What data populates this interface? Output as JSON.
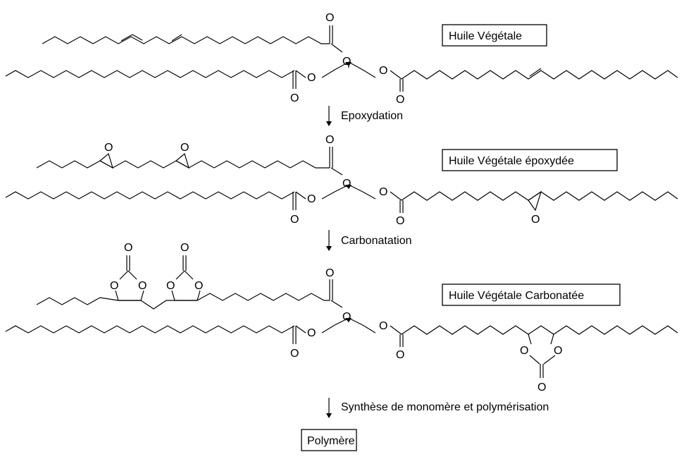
{
  "stages": [
    {
      "label": "Huile Végétale"
    },
    {
      "label": "Huile Végétale époxydée"
    },
    {
      "label": "Huile Végétale Carbonatée"
    },
    {
      "label": "Polymère"
    }
  ],
  "reactions": [
    {
      "label": "Epoxydation"
    },
    {
      "label": "Carbonatation"
    },
    {
      "label": "Synthèse de monomère et polymérisation"
    }
  ],
  "atoms": {
    "oxygen": "O",
    "carbon": "C"
  }
}
